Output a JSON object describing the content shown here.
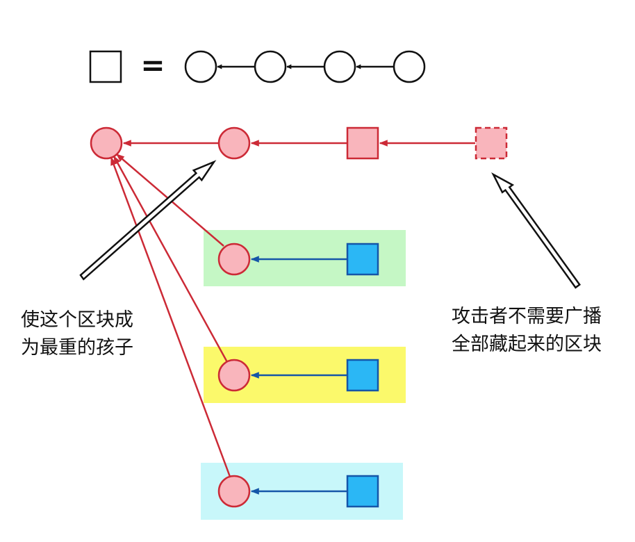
{
  "legend": {
    "equals_sign": "="
  },
  "annotations": {
    "heaviest_child": {
      "line1": "使这个区块成",
      "line2": "为最重的孩子"
    },
    "withheld_blocks": {
      "line1": "攻击者不需要广播",
      "line2": "全部藏起来的区块"
    }
  },
  "colors": {
    "chain_fill": "#f9b5bc",
    "chain_stroke": "#cc2a36",
    "block_fill": "#2bb7f5",
    "block_stroke": "#1556a8",
    "fork_green": "#c5f7c5",
    "fork_yellow": "#fbf96b",
    "fork_cyan": "#c8f7fa",
    "outline": "#111111"
  }
}
